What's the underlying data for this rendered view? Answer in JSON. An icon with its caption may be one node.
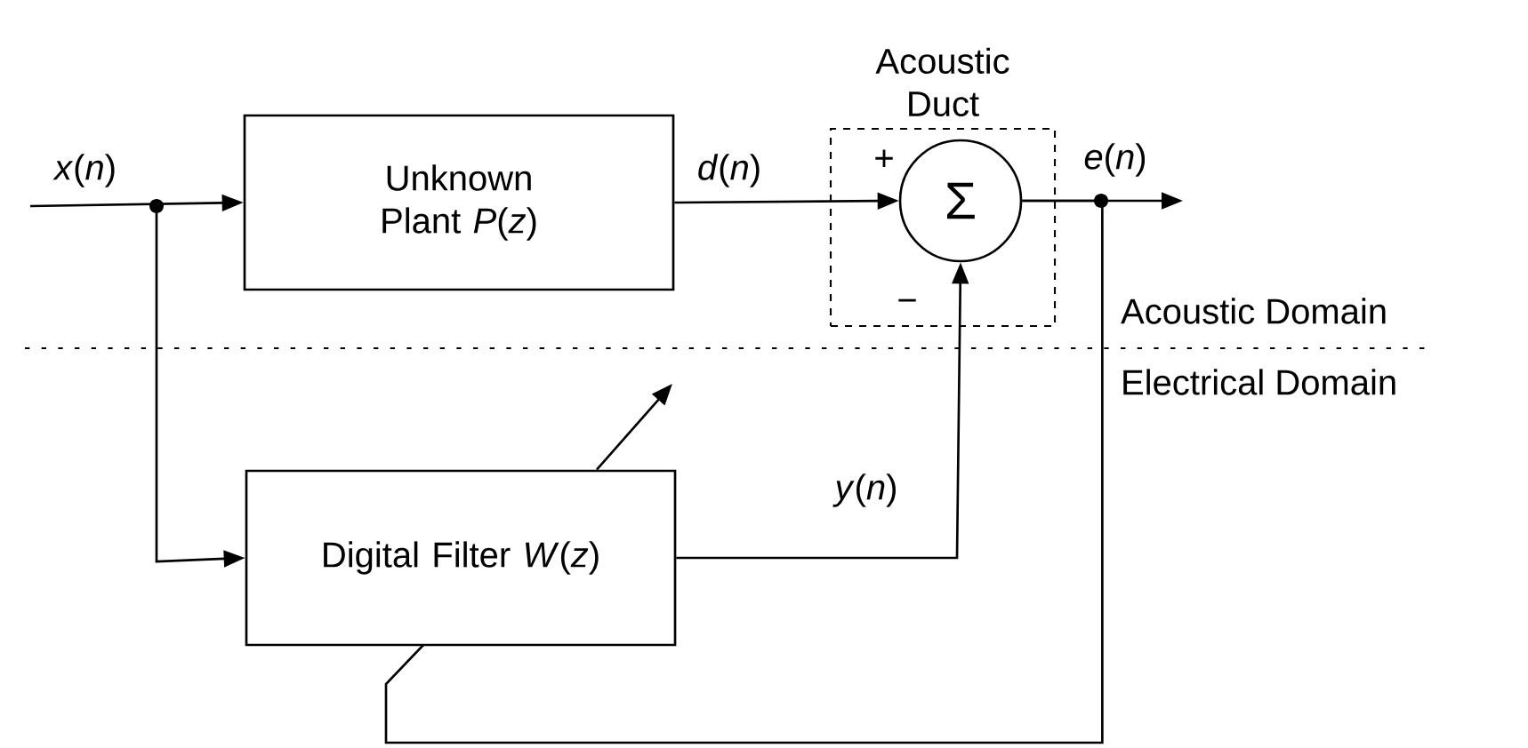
{
  "diagram": {
    "nodes": [
      {
        "text": [
          "Acoustic Duct"
        ]
      },
      {
        "text": [
          "Unknown Plant *P*(*z*)"
        ]
      },
      {
        "text": [
          "Σ"
        ],
        "in": 0,
        "beside": [
          "+",
          "−"
        ]
      },
      {
        "text": [
          "Digital Filter *W*(*z*)"
        ]
      }
    ],
    "edges": [
      {
        "from": null,
        "to": 1,
        "arrow": "to",
        "label": "*x*(*n*)"
      },
      {
        "from": null,
        "to": 3,
        "arrow": "to"
      },
      {
        "from": 1,
        "to": 2,
        "arrow": "to",
        "label": "*d*(*n*)"
      },
      {
        "from": 3,
        "to": 2,
        "arrow": "to",
        "label": "*y*(*n*)"
      },
      {
        "from": 2,
        "to": null,
        "arrow": "to",
        "label": "*e*(*n*)"
      },
      {
        "from": 2,
        "to": 3,
        "arrow": "none"
      },
      {
        "from": 3,
        "to": null,
        "arrow": "to"
      }
    ],
    "labels": [
      "Acoustic Domain",
      "Electrical Domain"
    ]
  }
}
